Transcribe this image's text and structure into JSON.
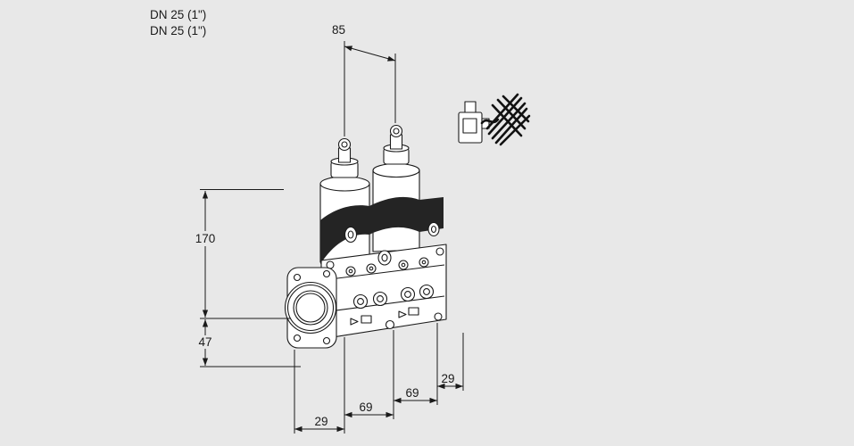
{
  "page": {
    "background": "#e8e8e8",
    "line_color": "#1a1a1a",
    "band_color": "#242424"
  },
  "labels": {
    "connection_top": "DN 25 (1\")",
    "connection_bottom": "DN 25 (1\")"
  },
  "dimensions": {
    "valve_spacing": "85",
    "overall_height": "170",
    "lower_height": "47",
    "bottom_left_offset": "29",
    "bottom_left_span": "69",
    "bottom_right_span": "69",
    "bottom_right_offset": "29"
  }
}
